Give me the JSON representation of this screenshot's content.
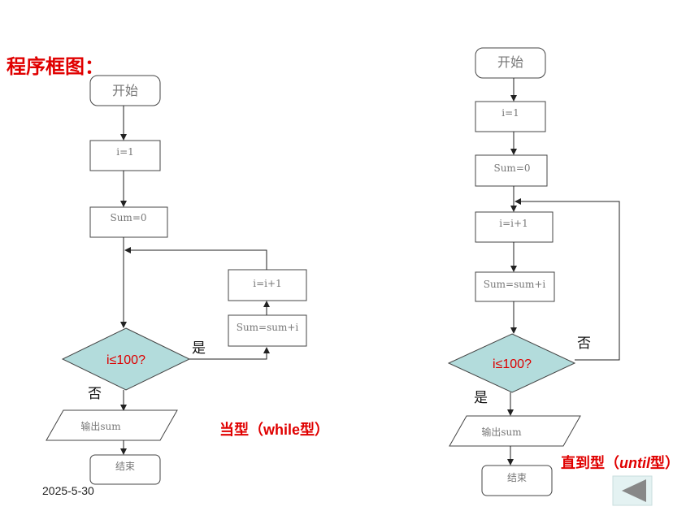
{
  "title": "程序框图：",
  "date": "2025-5-30",
  "left": {
    "start": "开始",
    "init_i": "i=1",
    "init_sum": "Sum=0",
    "condition": "i≤100?",
    "yes": "是",
    "no": "否",
    "accumulate": "Sum=sum+i",
    "increment": "i=i+1",
    "output": "输出sum",
    "end": "结束",
    "type_label": "当型（while型）"
  },
  "right": {
    "start": "开始",
    "init_i": "i=1",
    "init_sum": "Sum=0",
    "increment": "i=i+1",
    "accumulate": "Sum=sum+i",
    "condition": "i≤100?",
    "no": "否",
    "yes": "是",
    "output": "输出sum",
    "end": "结束",
    "type_label_prefix": "直到型（",
    "type_label_keyword": "until",
    "type_label_suffix": "型）"
  },
  "nav": {
    "back_icon": "triangle-left-icon",
    "color": "#888888",
    "bg": "#e4f2f2"
  }
}
